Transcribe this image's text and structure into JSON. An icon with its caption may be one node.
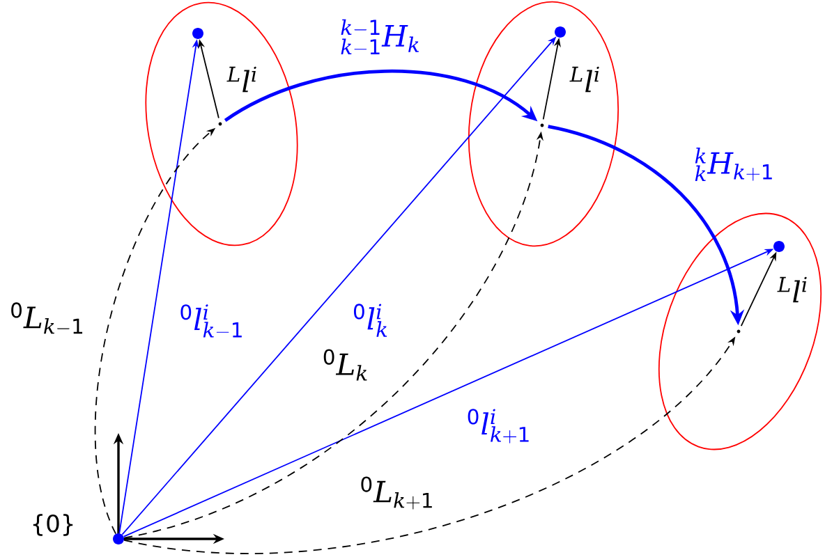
{
  "diagram": {
    "nodes": [
      {
        "text": [],
        "shape": "ellipse"
      },
      {
        "text": [],
        "shape": "circle",
        "in": 0
      },
      {
        "text": [],
        "shape": "point",
        "in": 0
      },
      {
        "text": [],
        "shape": "ellipse"
      },
      {
        "text": [],
        "shape": "circle",
        "in": 3
      },
      {
        "text": [],
        "shape": "point",
        "in": 3
      },
      {
        "text": [],
        "shape": "ellipse"
      },
      {
        "text": [],
        "shape": "circle",
        "in": 6
      },
      {
        "text": [],
        "shape": "point",
        "in": 6
      },
      {
        "text": [],
        "shape": "circle",
        "beside": [
          "{0}"
        ]
      }
    ],
    "edges": [
      {
        "from": 9,
        "to": 1,
        "arrow": "to",
        "label": "{}^{0}l^{i}_{k-1}",
        "color": "#0000ff"
      },
      {
        "from": 9,
        "to": 4,
        "arrow": "to",
        "label": "{}^{0}l^{i}_{k}",
        "color": "#0000ff"
      },
      {
        "from": 9,
        "to": 7,
        "arrow": "to",
        "label": "{}^{0}l^{i}_{k+1}",
        "color": "#0000ff"
      },
      {
        "from": 9,
        "to": 2,
        "arrow": "to",
        "label": "{}^{0}L_{k-1}",
        "style": "dashed"
      },
      {
        "from": 9,
        "to": 5,
        "arrow": "to",
        "label": "{}^{0}L_{k}",
        "style": "dashed"
      },
      {
        "from": 9,
        "to": 8,
        "arrow": "to",
        "label": "{}^{0}L_{k+1}",
        "style": "dashed"
      },
      {
        "from": 2,
        "to": 1,
        "arrow": "to",
        "label": "{}^{L}l^{i}"
      },
      {
        "from": 5,
        "to": 4,
        "arrow": "to",
        "label": "{}^{L}l^{i}"
      },
      {
        "from": 8,
        "to": 7,
        "arrow": "to",
        "label": "{}^{L}l^{i}"
      },
      {
        "from": 2,
        "to": 5,
        "arrow": "to",
        "label": "{}^{k-1}_{k-1}H_{k}",
        "style": "thick",
        "color": "#0000ff"
      },
      {
        "from": 5,
        "to": 8,
        "arrow": "to",
        "label": "{}^{k}_{k}H_{k+1}",
        "style": "thick",
        "color": "#0000ff"
      }
    ]
  }
}
